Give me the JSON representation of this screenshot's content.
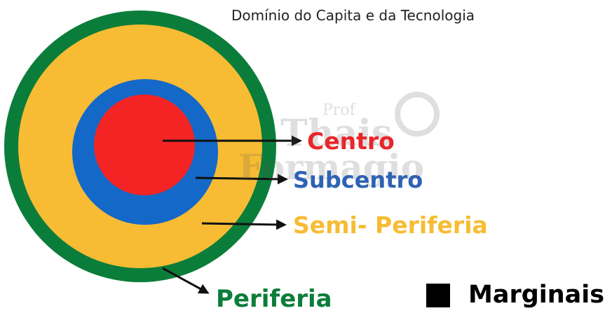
{
  "title": "Domínio do Capita e da Tecnologia",
  "colors": {
    "periferia": "#0b7d3a",
    "semi_periferia": "#f7bc33",
    "subcentro": "#1468c8",
    "centro": "#f42424",
    "arrow": "#111111",
    "marginais": "#000000"
  },
  "rings": [
    {
      "id": "periferia",
      "label": "Periferia"
    },
    {
      "id": "semi_periferia",
      "label": "Semi- Periferia"
    },
    {
      "id": "subcentro",
      "label": "Subcentro"
    },
    {
      "id": "centro",
      "label": "Centro"
    }
  ],
  "marginais": {
    "label": "Marginais"
  },
  "watermark": {
    "line1": "Prof",
    "line2": "Thais",
    "line3": "Formagio"
  }
}
